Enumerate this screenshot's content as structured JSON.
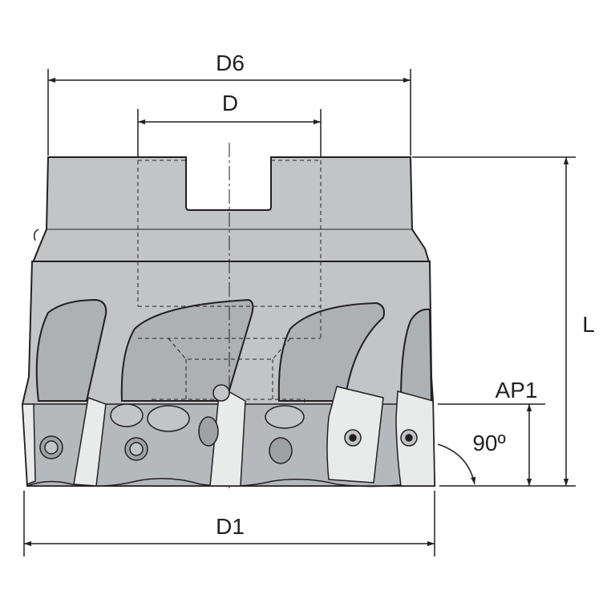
{
  "dimensions": {
    "d6": "D6",
    "d": "D",
    "l": "L",
    "ap1": "AP1",
    "angle": "90º",
    "d1": "D1"
  },
  "colors": {
    "body_fill": "#c2c4c6",
    "body_fill_dark": "#9fa2a5",
    "pocket_fill": "#aeb1b4",
    "insert_fill": "#e9eaea",
    "line": "#231f20",
    "background": "#ffffff"
  }
}
